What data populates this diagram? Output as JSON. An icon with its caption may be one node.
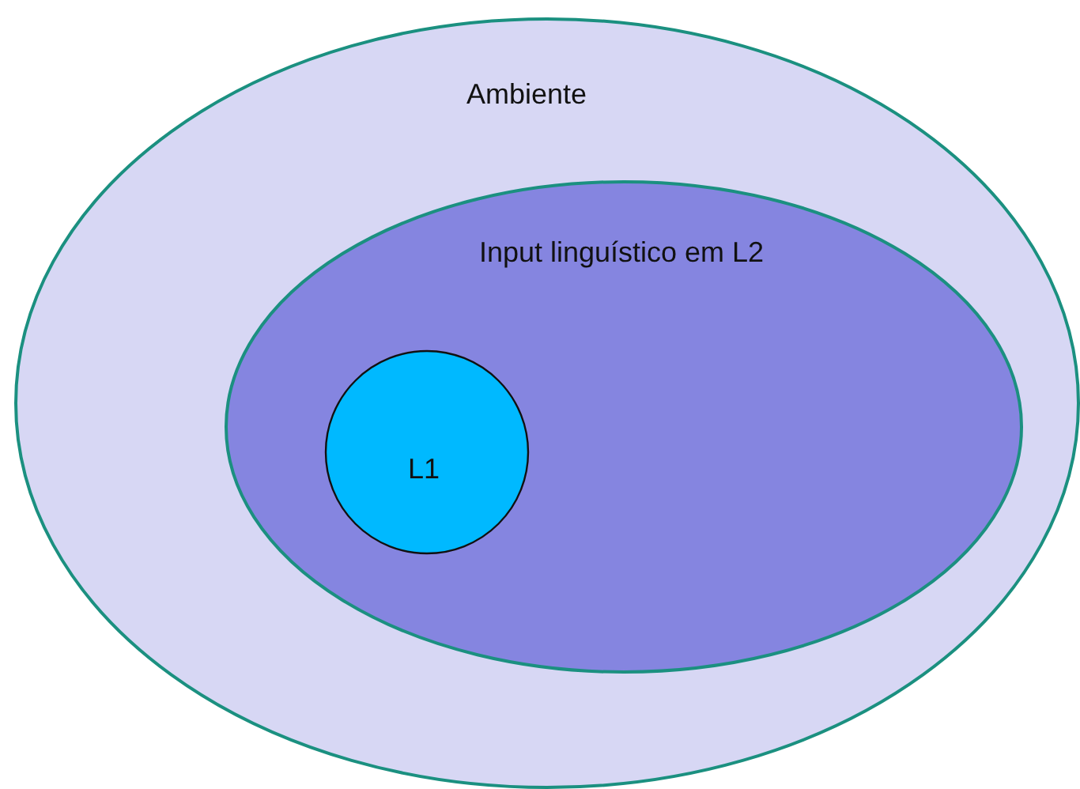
{
  "diagram": {
    "nodes": [
      {
        "text": [
          "Ambiente"
        ]
      },
      {
        "text": [
          "Input linguístico em L2"
        ],
        "in": 0
      },
      {
        "text": [
          "L1"
        ],
        "in": 1
      }
    ]
  }
}
